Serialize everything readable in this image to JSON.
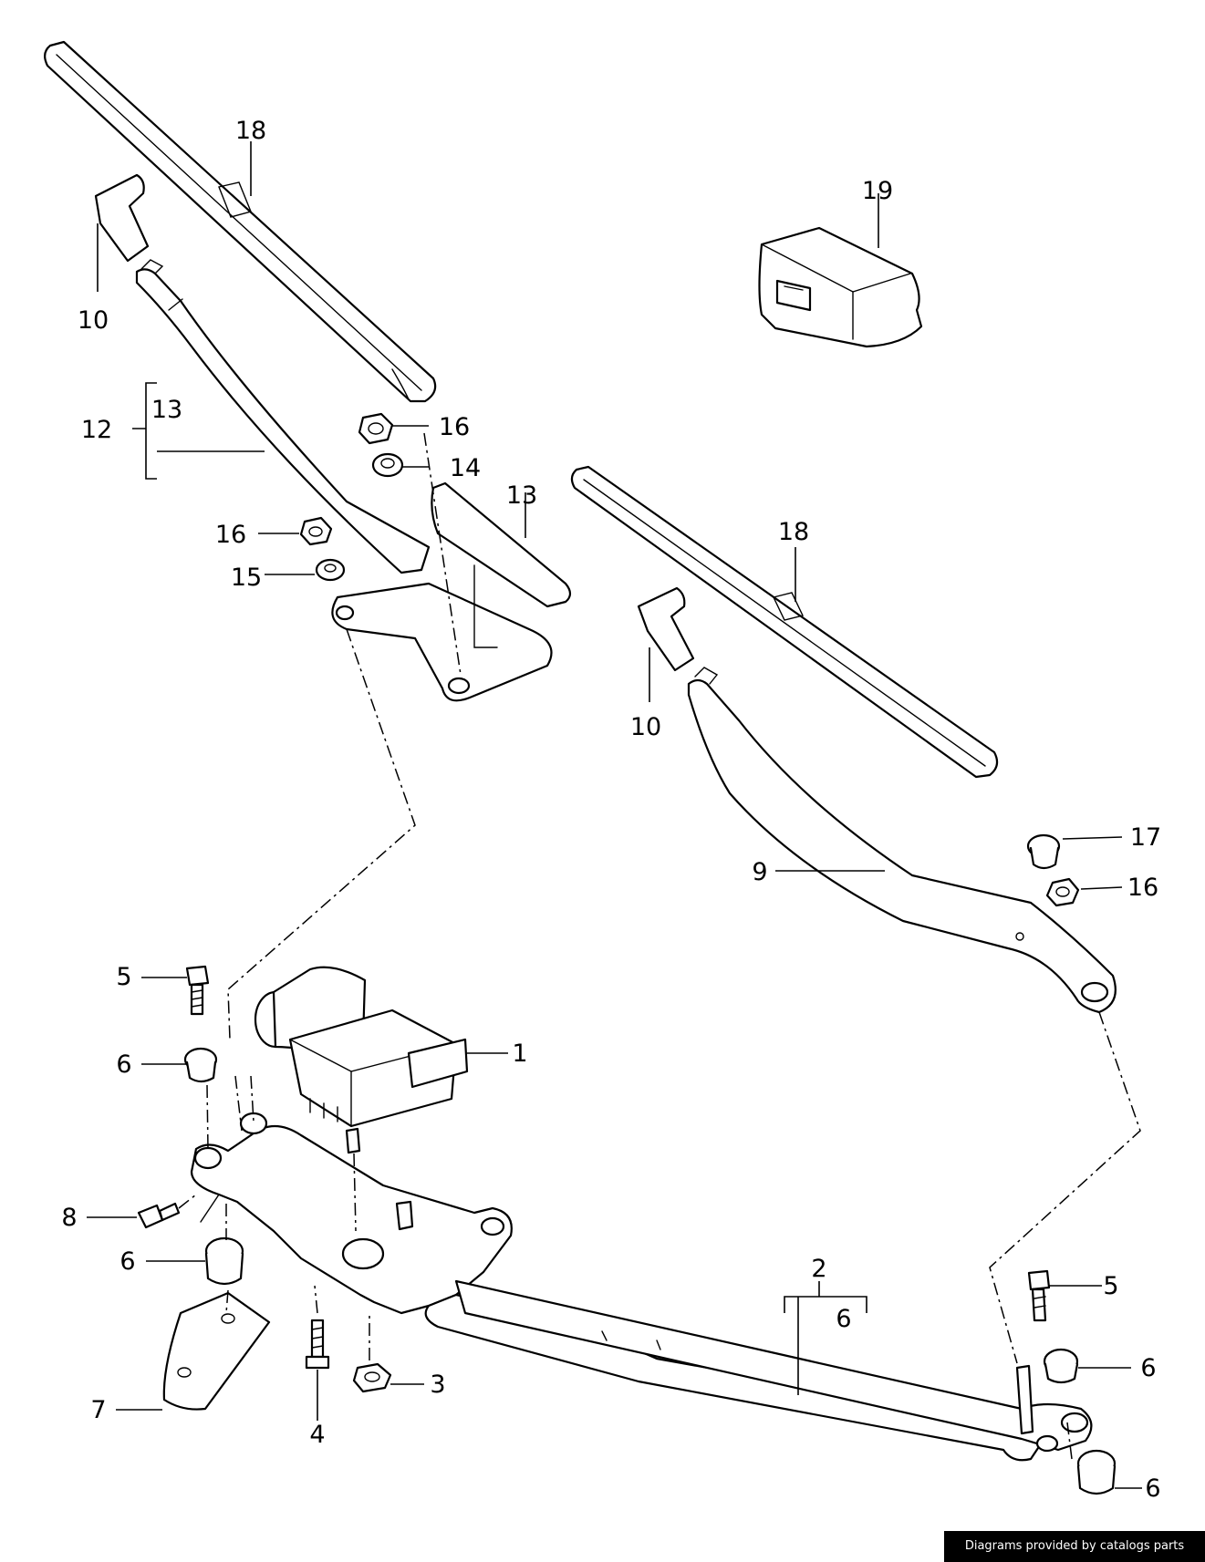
{
  "diagram": {
    "callouts": {
      "c1": "1",
      "c2": "2",
      "c3": "3",
      "c4": "4",
      "c5a": "5",
      "c5b": "5",
      "c6a": "6",
      "c6b": "6",
      "c6c": "6",
      "c6d": "6",
      "c6e": "6",
      "c7": "7",
      "c8": "8",
      "c9": "9",
      "c10a": "10",
      "c10b": "10",
      "c12": "12",
      "c13a": "13",
      "c13b": "13",
      "c14": "14",
      "c15": "15",
      "c16a": "16",
      "c16b": "16",
      "c16c": "16",
      "c17": "17",
      "c18a": "18",
      "c18b": "18",
      "c19": "19"
    }
  },
  "footer": {
    "credit": "Diagrams provided by catalogs parts"
  }
}
